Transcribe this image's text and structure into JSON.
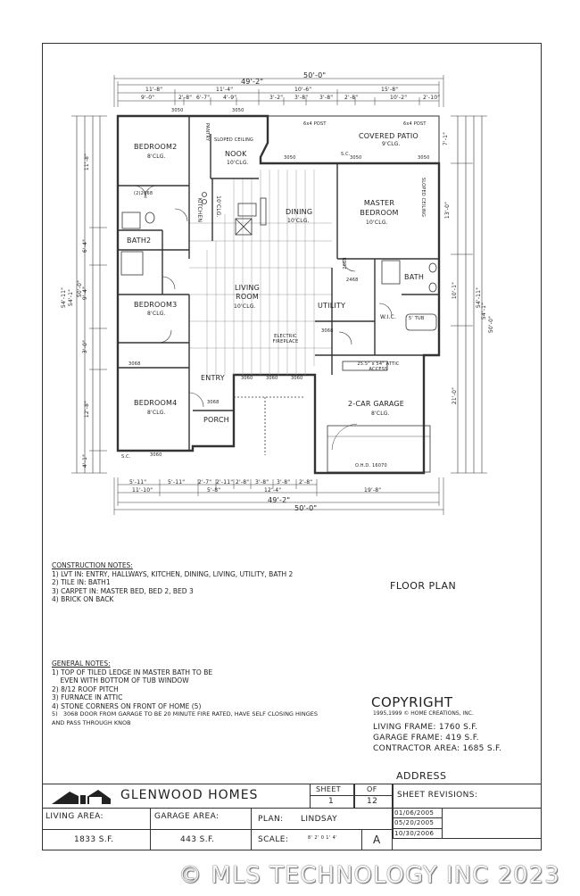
{
  "plan": {
    "dims_top": [
      "50'-0\"",
      "49'-2\"",
      "11'-8\"",
      "11'-4\"",
      "10'-6\"",
      "15'-8\"",
      "9'-0\"",
      "2'-8\"",
      "6'-7\"",
      "4'-9\"",
      "3'-2\"",
      "3'-8\"",
      "3'-8\"",
      "2'-8\"",
      "10'-2\"",
      "2'-10\""
    ],
    "dims_bottom": [
      "5'-11\"",
      "5'-11\"",
      "2'-7\"",
      "2'-11\"",
      "2'-8\"",
      "3'-8\"",
      "3'-8\"",
      "2'-8\"",
      "11'-10\"",
      "5'-8\"",
      "12'-4\"",
      "19'-8\"",
      "49'-2\"",
      "50'-0\""
    ],
    "dims_left": [
      "54'-11\"",
      "54'-1\"",
      "50'-0\"",
      "11'-8\"",
      "6'-4\"",
      "9'-4\"",
      "3'-0\"",
      "12'-8\"",
      "4'-1\""
    ],
    "dims_right": [
      "7'-1\"",
      "13'-0\"",
      "10'-1\"",
      "21'-0\"",
      "54'-11\"",
      "54'-1\"",
      "50'-0\""
    ],
    "rooms": {
      "bedroom2": "BEDROOM2",
      "bedroom2_clg": "8'CLG.",
      "nook": "NOOK",
      "nook_clg": "10'CLG.",
      "covered_patio": "COVERED PATIO",
      "covered_patio_clg": "9'CLG.",
      "kitchen": "KITCHEN",
      "kitchen_clg": "10'CLG.",
      "dining": "DINING",
      "dining_clg": "10'CLG.",
      "master_bedroom": "MASTER BEDROOM",
      "master_bedroom_clg": "10'CLG.",
      "bath2": "BATH2",
      "living_room": "LIVING ROOM",
      "living_room_clg": "10'CLG.",
      "bedroom3": "BEDROOM3",
      "bedroom3_clg": "8'CLG.",
      "utility": "UTILITY",
      "bath": "BATH",
      "wic": "W.I.C.",
      "tub": "5' TUB",
      "entry": "ENTRY",
      "porch": "PORCH",
      "bedroom4": "BEDROOM4",
      "bedroom4_clg": "8'CLG.",
      "garage": "2-CAR GARAGE",
      "garage_clg": "8'CLG."
    },
    "marks": {
      "sloped_ceiling": "SLOPED CEILING",
      "pantry": "PANTRY",
      "post_left": "6x4 POST",
      "post_right": "6x4 POST",
      "fireplace": "ELECTRIC FIREPLACE",
      "attic": "25.5\" x 54\" ATTIC ACCESS",
      "ohd": "O.H.D. 16070",
      "w3050a": "3050",
      "w3050b": "3050",
      "w3050c": "3050",
      "w3050d": "3050",
      "w3050e": "3050",
      "w3060a": "3060",
      "w3060b": "3060",
      "w3060c": "3060",
      "w3060d": "3060",
      "d3068a": "3068",
      "d3068b": "3068",
      "d3068c": "3068",
      "d2068a": "(2)2068",
      "d2468": "2468",
      "d2668": "2668",
      "sc": "S.C."
    }
  },
  "construction_notes": {
    "heading": "CONSTRUCTION NOTES:",
    "lines": [
      "1) LVT IN: ENTRY, HALLWAYS, KITCHEN, DINING, LIVING, UTILITY, BATH 2",
      "2) TILE IN: BATH1",
      "3) CARPET IN: MASTER BED, BED 2, BED 3",
      "4) BRICK ON BACK"
    ]
  },
  "general_notes": {
    "heading": "GENERAL NOTES:",
    "lines": [
      "1) TOP OF TILED LEDGE IN MASTER BATH TO BE",
      "    EVEN WITH BOTTOM OF TUB WINDOW",
      "2) 8/12 ROOF PITCH",
      "3) FURNACE IN ATTIC",
      "4) STONE CORNERS ON FRONT OF HOME (5)",
      "5)   3068 DOOR FROM GARAGE TO BE 20 MINUTE FIRE RATED, HAVE SELF CLOSING HINGES",
      "AND PASS THROUGH KNOB"
    ]
  },
  "floor_plan_title": "FLOOR PLAN",
  "copyright": {
    "title": "COPYRIGHT",
    "sub": "1995,1999 © HOME CREATIONS, INC.",
    "living_frame": "LIVING FRAME:  1760 S.F.",
    "garage_frame": "GARAGE FRAME:  419 S.F.",
    "contractor_area": "CONTRACTOR AREA:  1685 S.F."
  },
  "address_label": "ADDRESS",
  "title_block": {
    "company": "GLENWOOD HOMES",
    "sheet_label": "SHEET",
    "sheet_num": "1",
    "of_label": "OF",
    "of_num": "12",
    "revisions_label": "SHEET REVISIONS:",
    "revisions": [
      "01/06/2005",
      "05/20/2005",
      "10/30/2006"
    ],
    "living_area_label": "LIVING AREA:",
    "living_area_value": "1833 S.F.",
    "garage_area_label": "GARAGE AREA:",
    "garage_area_value": "443 S.F.",
    "plan_label": "PLAN:",
    "plan_value": "LINDSAY",
    "scale_label": "SCALE:",
    "scale_value": "8' 2'  0 1'  4'",
    "revision_letter": "A"
  },
  "watermark": "© MLS TECHNOLOGY INC 2023"
}
